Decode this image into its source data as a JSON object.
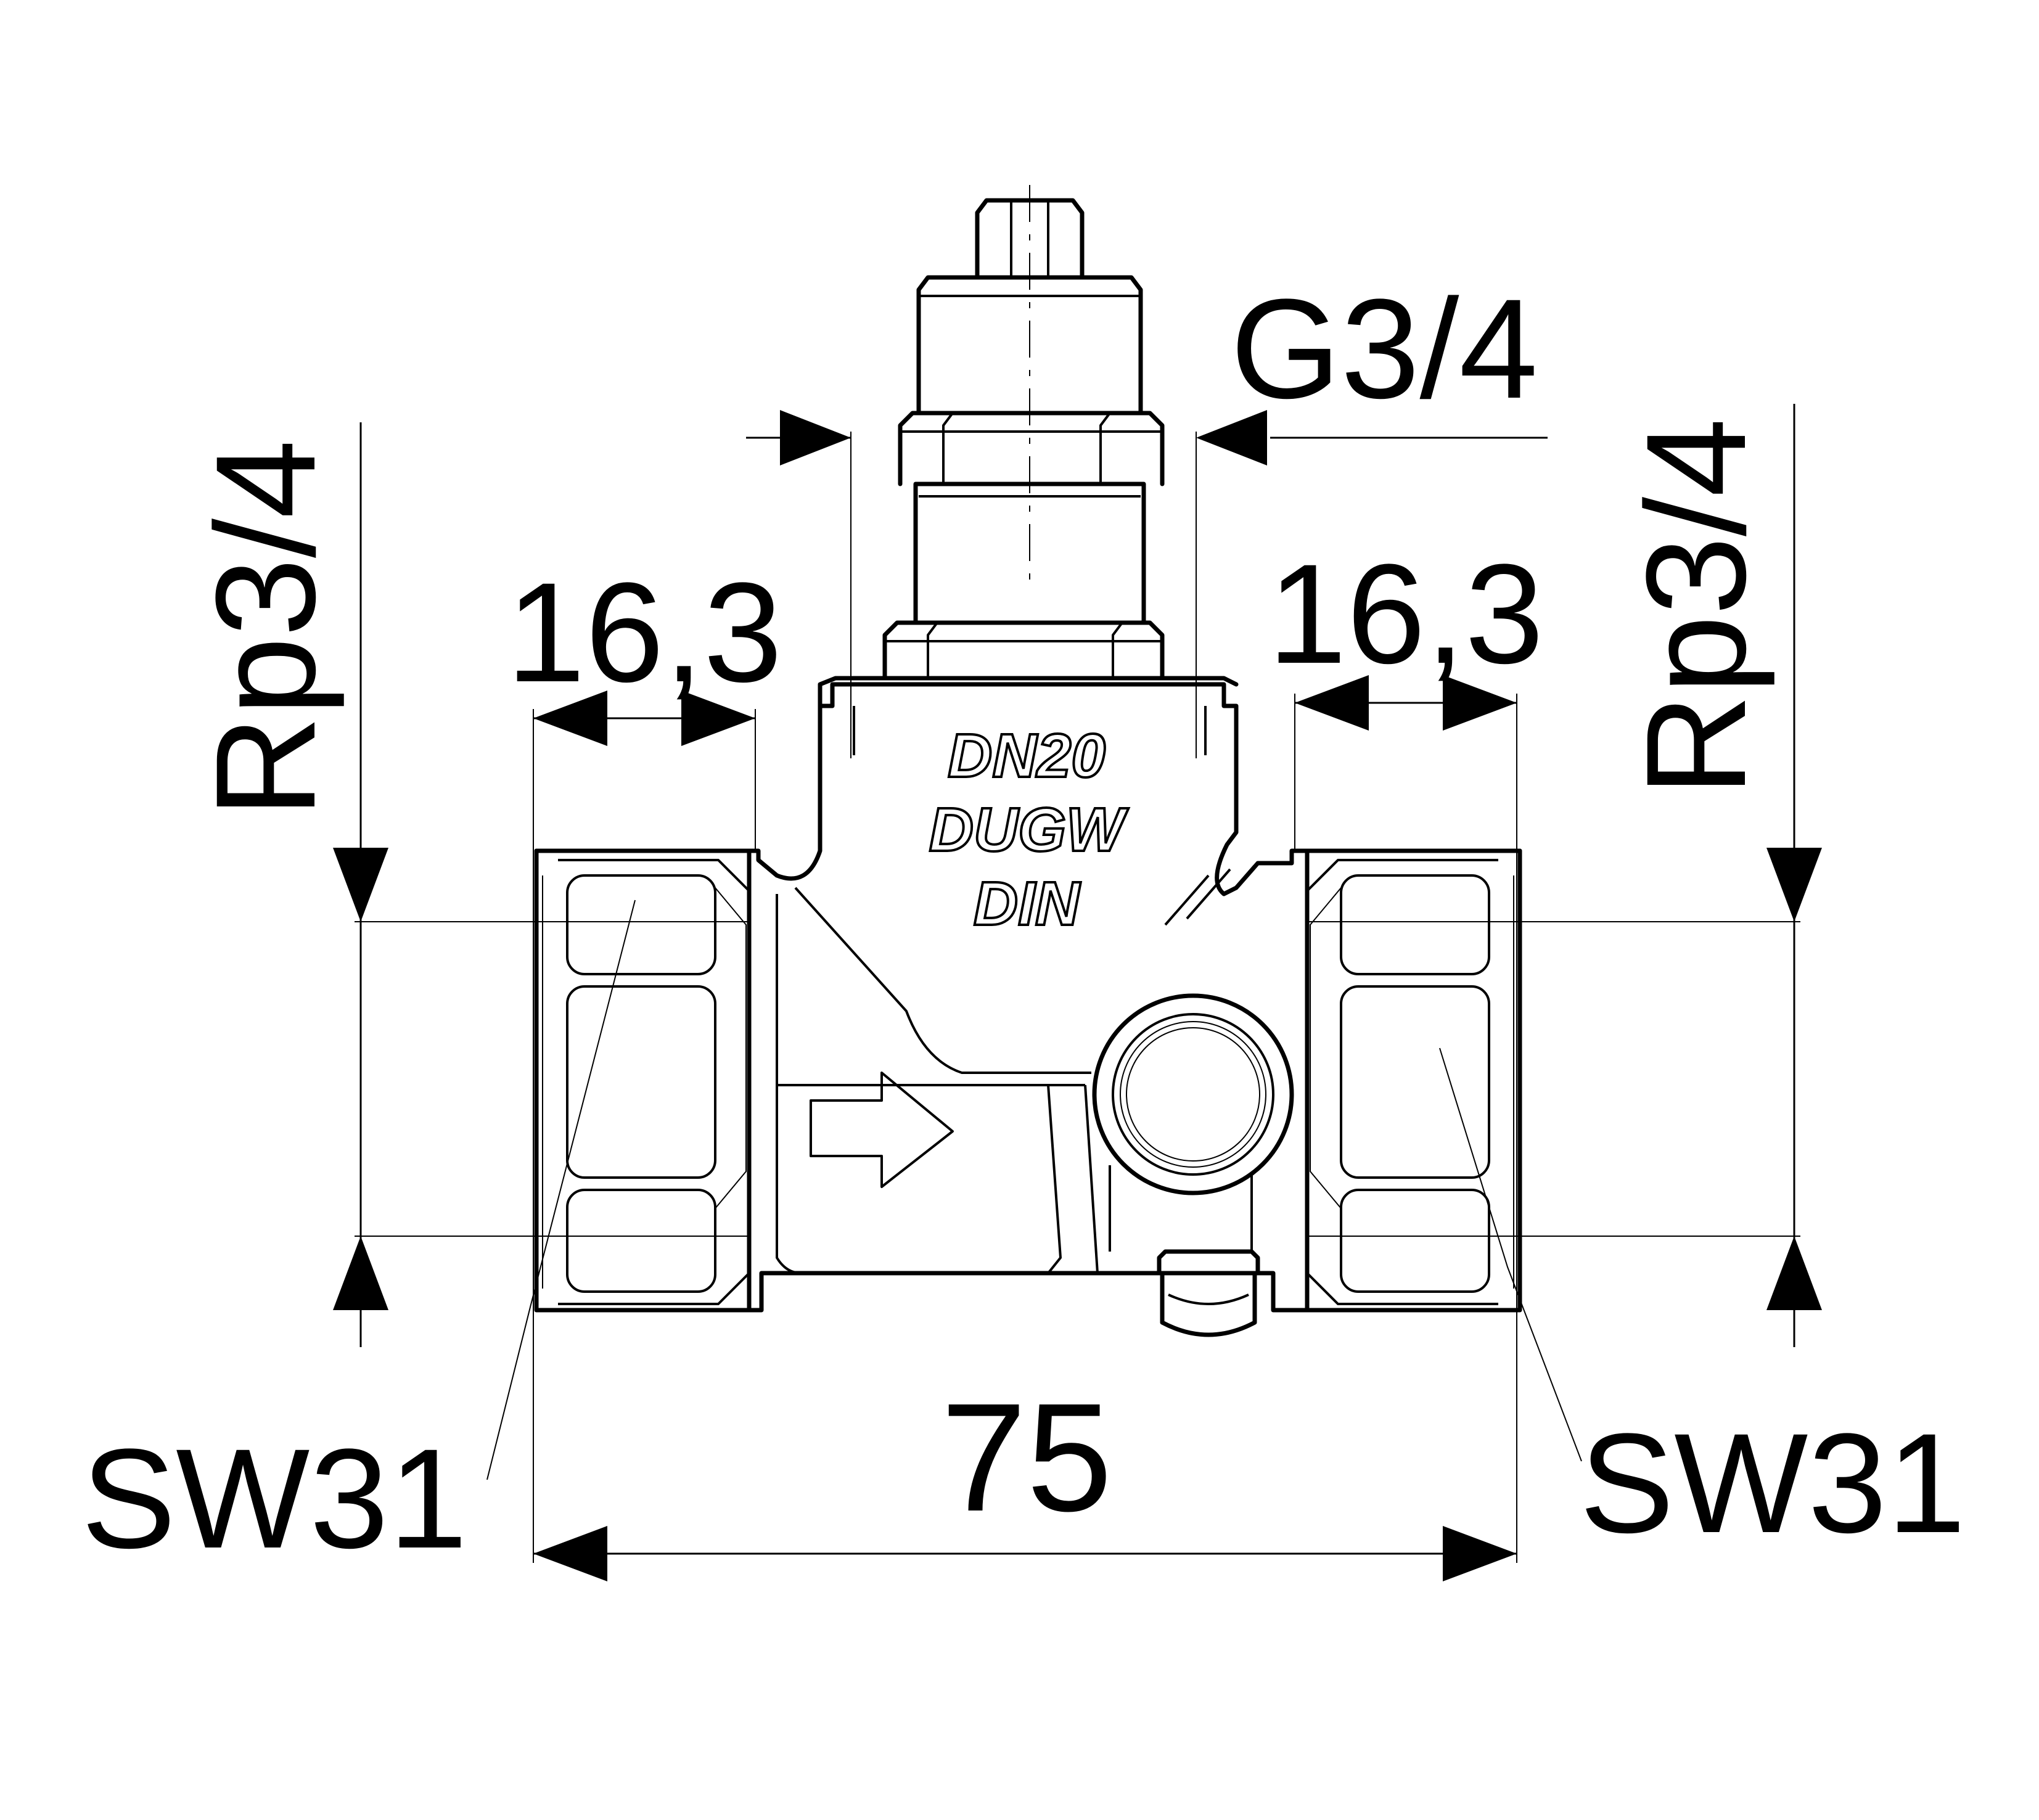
{
  "dimensions": {
    "outlet_thread": "G3/4",
    "left_thread": "Rp3/4",
    "right_thread": "Rp3/4",
    "left_depth": "16,3",
    "right_depth": "16,3",
    "overall_length": "75",
    "left_wrench": "SW31",
    "right_wrench": "SW31"
  },
  "body_markings": {
    "line1": "DN20",
    "line2": "DUGW",
    "line3": "DIN"
  },
  "flow_direction": "right-arrow-icon"
}
